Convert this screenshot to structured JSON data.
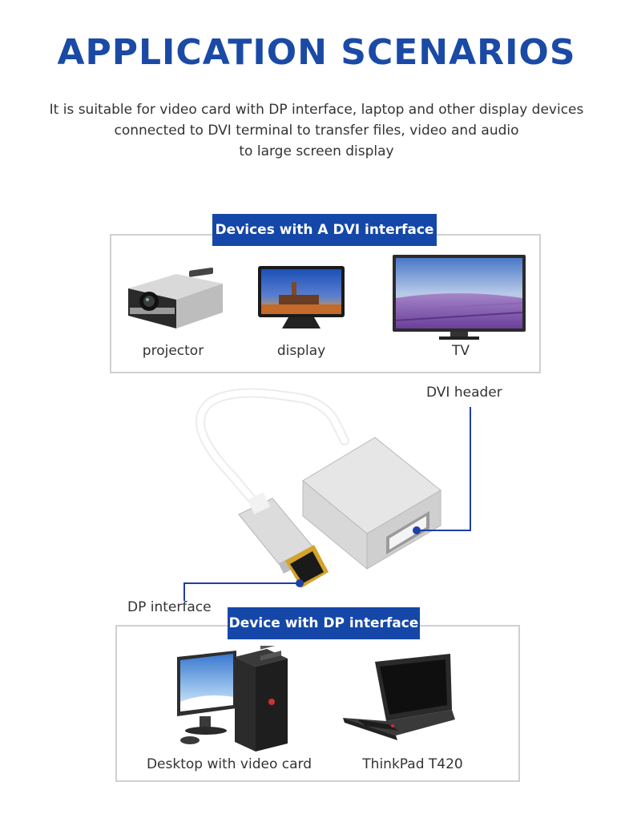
{
  "header": {
    "title": "APPLICATION SCENARIOS",
    "description_lines": [
      "It is suitable for video card with DP interface, laptop and other display devices",
      "connected to DVI terminal to transfer files, video and audio",
      "to large screen display"
    ]
  },
  "dvi_devices": {
    "tag": "Devices with A DVI interface",
    "items": [
      "projector",
      "display",
      "TV"
    ]
  },
  "adapter": {
    "dvi_label": "DVI header",
    "dp_label": "DP interface"
  },
  "dp_devices": {
    "tag": "Device with DP interface",
    "items": [
      "Desktop with video card",
      "ThinkPad T420"
    ]
  },
  "colors": {
    "brand_blue": "#1a4aa5",
    "tag_blue": "#1447a8",
    "pointer_blue": "#1e3fa8"
  }
}
